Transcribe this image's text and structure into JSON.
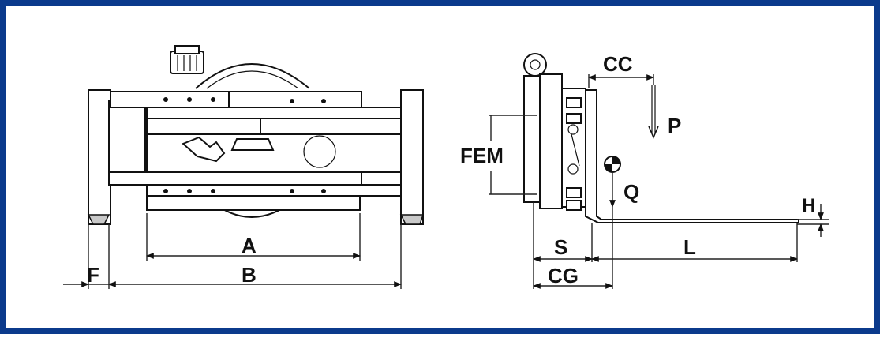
{
  "colors": {
    "border": "#0b3a8c",
    "line": "#111111",
    "shade": "#c9c9c9"
  },
  "labels": {
    "A": "A",
    "B": "B",
    "F": "F",
    "FEM": "FEM",
    "S": "S",
    "CG": "CG",
    "L": "L",
    "CC": "CC",
    "P": "P",
    "Q": "Q",
    "H": "H"
  }
}
